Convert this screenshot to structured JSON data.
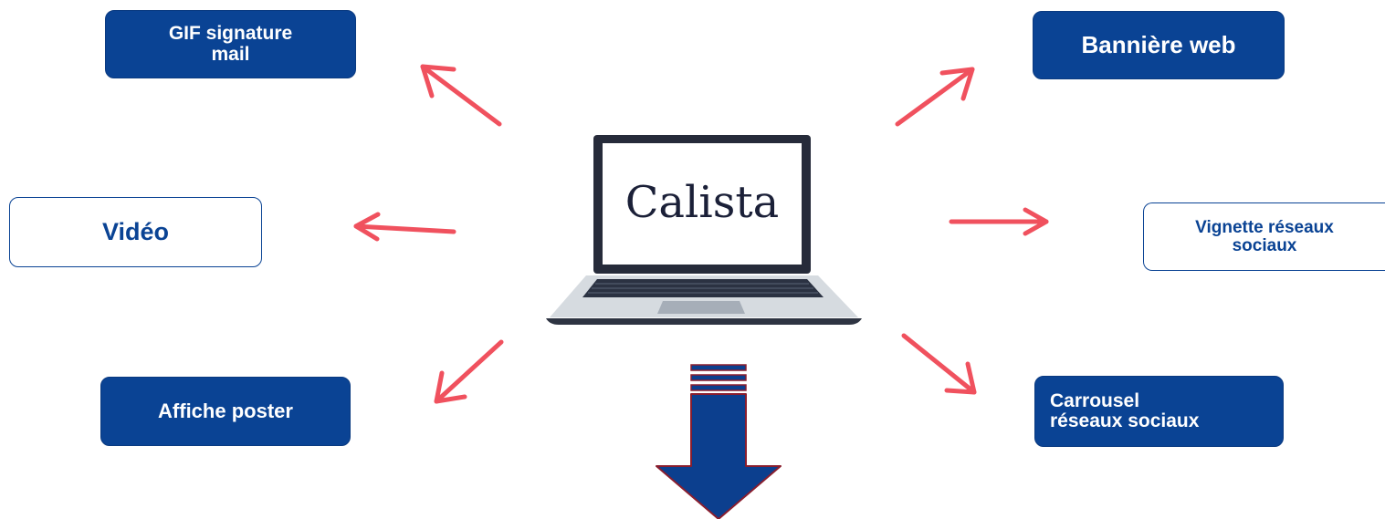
{
  "center": {
    "brand_text": "Calista"
  },
  "nodes": {
    "gif_signature": {
      "line1": "GIF signature",
      "line2": "mail"
    },
    "banniere_web": {
      "label": "Bannière web"
    },
    "video": {
      "label": "Vidéo"
    },
    "vignette": {
      "line1": "Vignette réseaux",
      "line2": "sociaux"
    },
    "affiche": {
      "label": "Affiche poster"
    },
    "carrousel": {
      "line1": "Carrousel",
      "line2": "réseaux sociaux"
    }
  },
  "colors": {
    "box_fill": "#0a4394",
    "arrow_red": "#f0515e",
    "down_arrow_fill": "#0c3f8e",
    "down_arrow_stroke": "#8a1e2e"
  }
}
